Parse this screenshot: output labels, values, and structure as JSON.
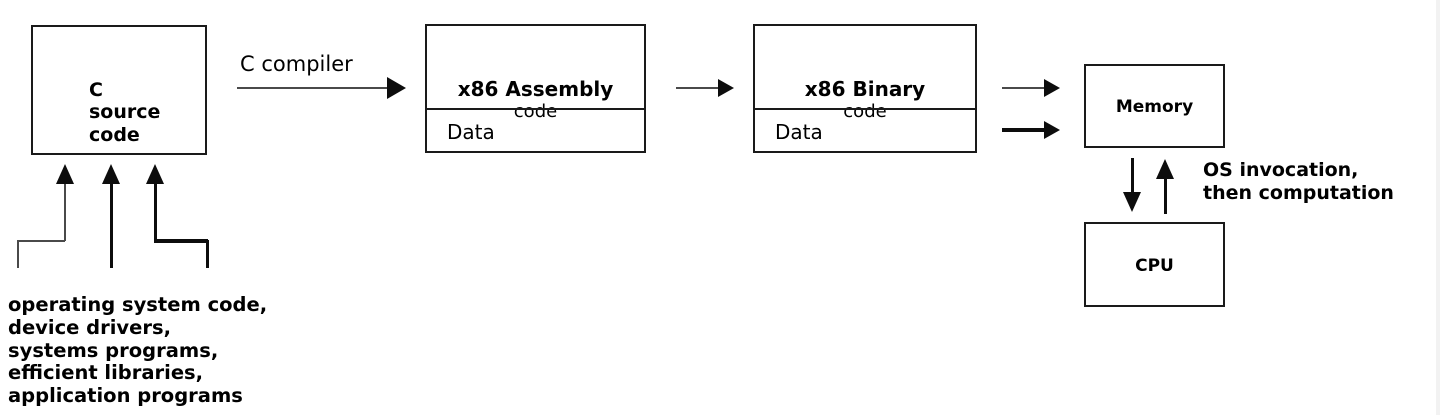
{
  "diagram": {
    "title": "C compilation and execution pipeline",
    "background_color": "#ffffff",
    "line_color": "#0d0d0d",
    "thin_line_color": "#4a4a4a",
    "boxes": {
      "c_source": {
        "line1": "C",
        "line2": "source",
        "line3": "code",
        "text": "C\nsource\ncode"
      },
      "assembly": {
        "head": "x86 Assembly",
        "sub": "code",
        "data": "Data"
      },
      "binary": {
        "head": "x86 Binary",
        "sub": "code",
        "data": "Data"
      },
      "memory": {
        "label": "Memory"
      },
      "cpu": {
        "label": "CPU"
      }
    },
    "labels": {
      "compiler": "C compiler",
      "os_note_line1": "OS invocation,",
      "os_note_line2": "then computation",
      "os_note": "OS invocation,\nthen computation"
    },
    "sources_list": {
      "items": [
        "operating system code,",
        "device drivers,",
        "systems programs,",
        "efficient libraries,",
        "application programs"
      ],
      "text": "operating system code,\ndevice drivers,\nsystems programs,\nefficient libraries,\napplication programs"
    },
    "icons": [
      "arrow-right-icon",
      "arrow-up-icon",
      "arrow-down-icon",
      "bracket-connector-icon"
    ]
  }
}
